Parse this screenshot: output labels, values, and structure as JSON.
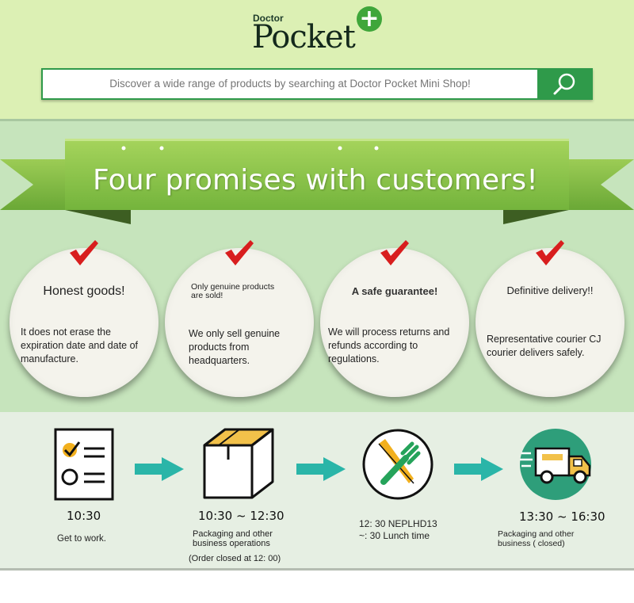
{
  "header": {
    "logo_small": "Doctor",
    "logo_big": "Pocket",
    "logo_plus": "+",
    "search_placeholder": "Discover a wide range of products by searching at Doctor Pocket Mini Shop!",
    "search_icon": "magnifier-icon"
  },
  "colors": {
    "header_bg": "#dcf0b4",
    "brand_green": "#2f9a4a",
    "banner_green": "#8cc34a",
    "check_red": "#d81e1e",
    "teal_arrow": "#2ab5a8"
  },
  "banner": {
    "title": "Four promises with customers!"
  },
  "promises": [
    {
      "title": "Honest goods!",
      "body": "It does not erase the expiration date and date of manufacture."
    },
    {
      "title": "Only genuine products are sold!",
      "body": "We only sell genuine products from headquarters."
    },
    {
      "title": "A safe guarantee!",
      "body": "We will process returns and refunds according to regulations."
    },
    {
      "title": "Definitive delivery!!",
      "body": "Representative courier CJ courier delivers safely."
    }
  ],
  "schedule": [
    {
      "icon": "checklist-icon",
      "time": "10:30",
      "desc": "Get to work."
    },
    {
      "icon": "box-icon",
      "time": "10:30 ~ 12:30",
      "desc": "Packaging and other business operations",
      "note": "(Order closed at 12: 00)"
    },
    {
      "icon": "utensils-icon",
      "time": "",
      "desc_line1": "12: 30 NEPLHD13",
      "desc_line2": "~: 30 Lunch time"
    },
    {
      "icon": "truck-icon",
      "time": "13:30 ~ 16:30",
      "desc": "Packaging and other business ( closed)"
    }
  ]
}
